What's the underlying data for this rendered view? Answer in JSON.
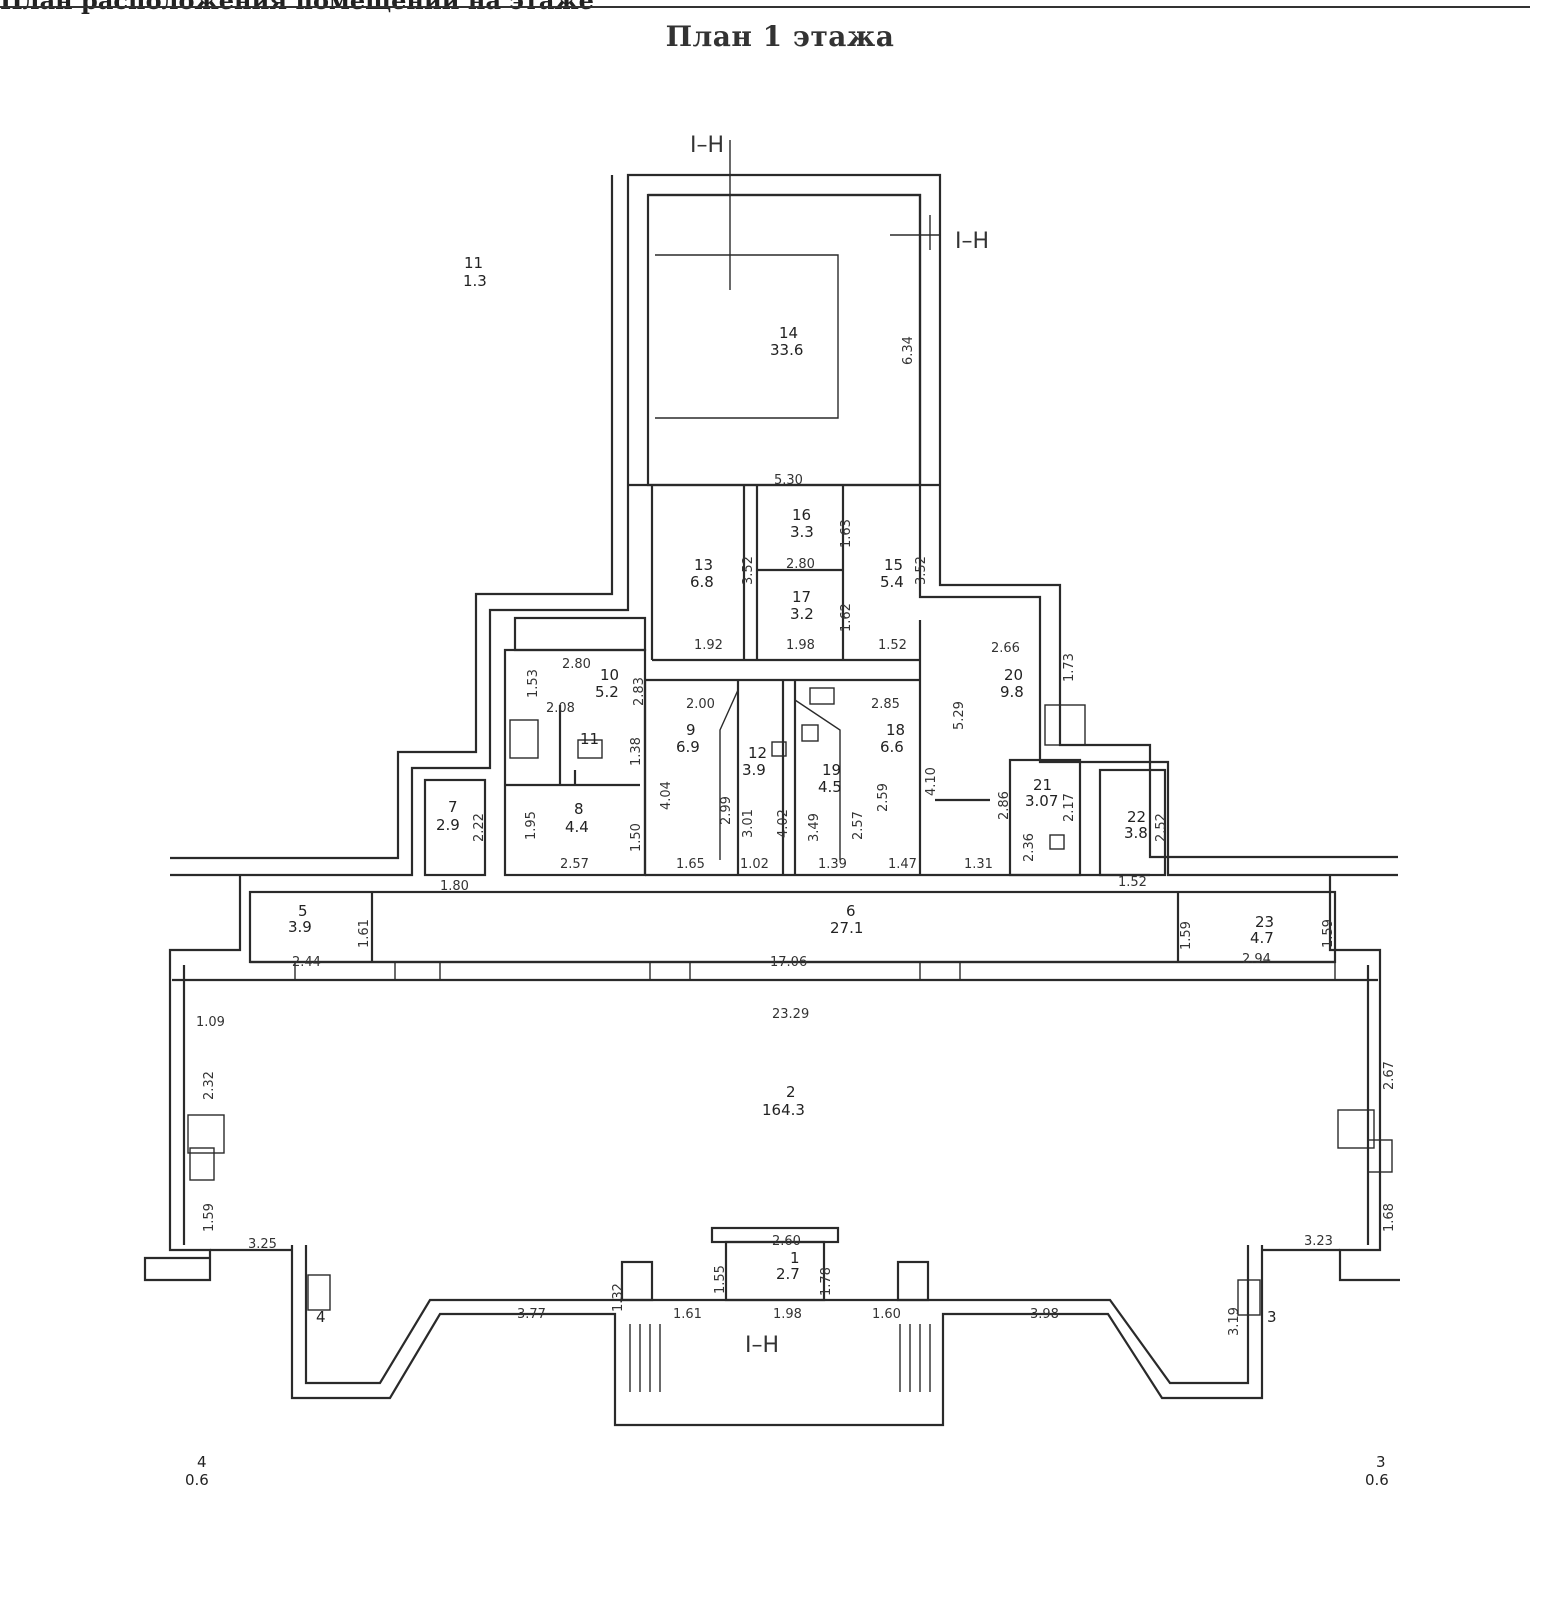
{
  "header": {
    "cut_text": "План расположения помещений на этаже",
    "title": "План 1 этажа"
  },
  "section_marks": [
    "I–H",
    "I–H",
    "I–H"
  ],
  "rooms": [
    {
      "no": "1",
      "area": "2.7"
    },
    {
      "no": "2",
      "area": "164.3"
    },
    {
      "no": "3",
      "area": "0.6"
    },
    {
      "no": "4",
      "area": "0.6"
    },
    {
      "no": "5",
      "area": "3.9"
    },
    {
      "no": "6",
      "area": "27.1"
    },
    {
      "no": "7",
      "area": "2.9"
    },
    {
      "no": "8",
      "area": "4.4"
    },
    {
      "no": "9",
      "area": "6.9"
    },
    {
      "no": "10",
      "area": "5.2"
    },
    {
      "no": "11",
      "area": "1.3"
    },
    {
      "no": "12",
      "area": "3.9"
    },
    {
      "no": "13",
      "area": "6.8"
    },
    {
      "no": "14",
      "area": "33.6"
    },
    {
      "no": "15",
      "area": "5.4"
    },
    {
      "no": "16",
      "area": "3.3"
    },
    {
      "no": "17",
      "area": "3.2"
    },
    {
      "no": "18",
      "area": "6.6"
    },
    {
      "no": "19",
      "area": "4.5"
    },
    {
      "no": "20",
      "area": "9.8"
    },
    {
      "no": "21",
      "area": "3.07"
    },
    {
      "no": "22",
      "area": "3.8"
    },
    {
      "no": "23",
      "area": "4.7"
    }
  ],
  "room_labels_small": [
    "11",
    "3",
    "4"
  ],
  "dimensions": [
    "6.34",
    "5.30",
    "3.52",
    "1.63",
    "2.80",
    "3.52",
    "1.62",
    "1.92",
    "1.98",
    "1.52",
    "2.80",
    "1.53",
    "2.83",
    "2.08",
    "1.38",
    "2.00",
    "2.85",
    "2.66",
    "1.73",
    "5.29",
    "4.04",
    "2.99",
    "3.01",
    "4.02",
    "3.49",
    "2.57",
    "2.59",
    "4.10",
    "2.86",
    "2.17",
    "2.36",
    "2.52",
    "1.95",
    "1.50",
    "2.22",
    "2.57",
    "1.65",
    "1.02",
    "1.39",
    "1.47",
    "1.31",
    "1.80",
    "1.52",
    "1.61",
    "2.44",
    "17.06",
    "1.59",
    "2.94",
    "1.59",
    "23.29",
    "1.09",
    "2.32",
    "2.67",
    "1.59",
    "1.68",
    "3.25",
    "3.23",
    "2.60",
    "1.32",
    "1.55",
    "1.78",
    "3.77",
    "1.61",
    "1.98",
    "1.60",
    "3.98",
    "3.19"
  ]
}
